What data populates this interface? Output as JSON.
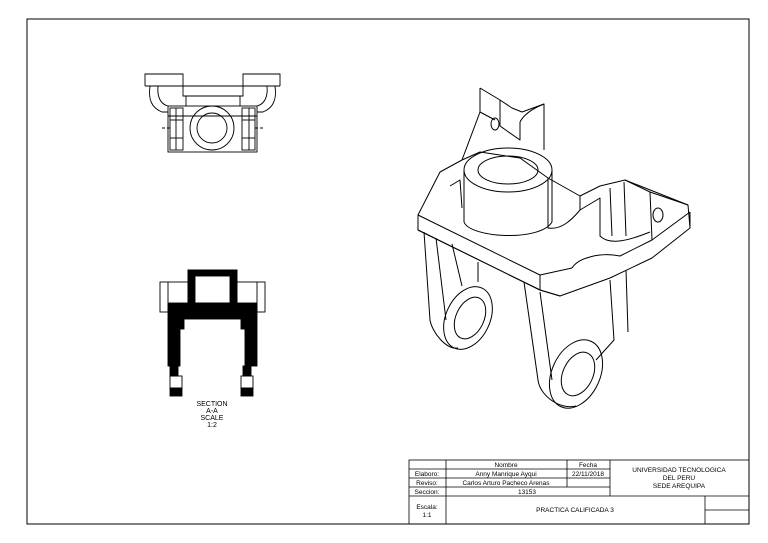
{
  "section_label": {
    "line1": "SECTION",
    "line2": "A-A",
    "line3": "SCALE",
    "line4": "1:2"
  },
  "title_block": {
    "header_nombre": "Nombre",
    "header_fecha": "Fecha",
    "row_elaboro_label": "Elaboro:",
    "row_elaboro_name": "Anny Manrique Ayqui",
    "row_elaboro_date": "22/11/2018",
    "row_reviso_label": "Reviso:",
    "row_reviso_name": "Carlos Arturo Pacheco Arenas",
    "row_seccion_label": "Seccion:",
    "row_seccion_value": "13153",
    "institution_line1": "UNIVERSIDAD TECNOLOGICA",
    "institution_line2": "DEL PERU",
    "institution_line3": "SEDE AREQUIPA",
    "escala_label": "Escala:",
    "escala_value": "1:1",
    "drawing_title": "PRACTICA CALIFICADA 3"
  }
}
